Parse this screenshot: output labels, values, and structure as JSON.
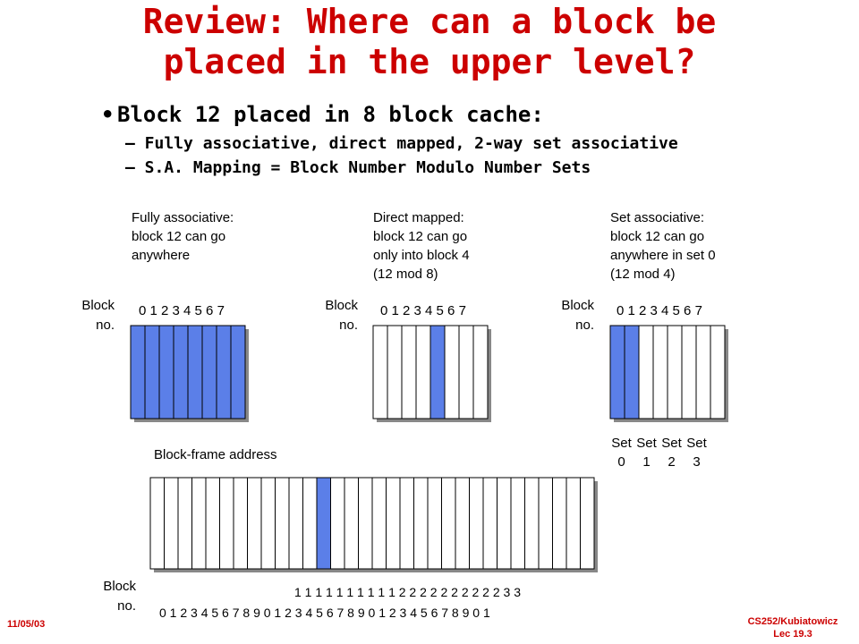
{
  "title_line1": "Review: Where can a block be",
  "title_line2": "placed in the upper level?",
  "bullet": "Block 12 placed in 8 block cache:",
  "sub1": "– Fully associative, direct mapped, 2-way set associative",
  "sub2": "– S.A. Mapping = Block Number Modulo Number Sets",
  "caption_fa": "Fully associative:\nblock 12 can go\nanywhere",
  "caption_dm": "Direct mapped:\nblock 12 can go\nonly into block 4\n(12 mod 8)",
  "caption_sa": "Set associative:\nblock 12 can go\nanywhere in set 0\n(12 mod 4)",
  "block_no_label": "Block\nno.",
  "cache_indices": "0 1 2 3 4 5 6 7",
  "set_labels": [
    "Set\n0",
    "Set\n1",
    "Set\n2",
    "Set\n3"
  ],
  "block_frame_label": "Block-frame address",
  "memory_tens_row": "1 1 1 1 1 1 1 1 1 1 2 2 2 2 2 2 2 2 2 2 3 3",
  "memory_ones_row": "0 1 2 3 4 5 6 7 8 9 0 1 2 3 4 5 6 7 8 9 0 1 2 3 4 5 6 7 8 9 0 1",
  "footer_date": "11/05/03",
  "footer_course": "CS252/Kubiatowicz",
  "footer_lecture": "Lec 19.3",
  "colors": {
    "highlight": "#5b7fe8",
    "title": "#cc0000",
    "shadow": "#888888"
  },
  "diagram": {
    "fully_associative": {
      "blocks": 8,
      "highlighted": [
        0,
        1,
        2,
        3,
        4,
        5,
        6,
        7
      ]
    },
    "direct_mapped": {
      "blocks": 8,
      "highlighted": [
        4
      ]
    },
    "set_associative": {
      "blocks": 8,
      "highlighted": [
        0,
        1
      ]
    },
    "memory": {
      "blocks": 32,
      "highlighted": [
        12
      ]
    }
  }
}
